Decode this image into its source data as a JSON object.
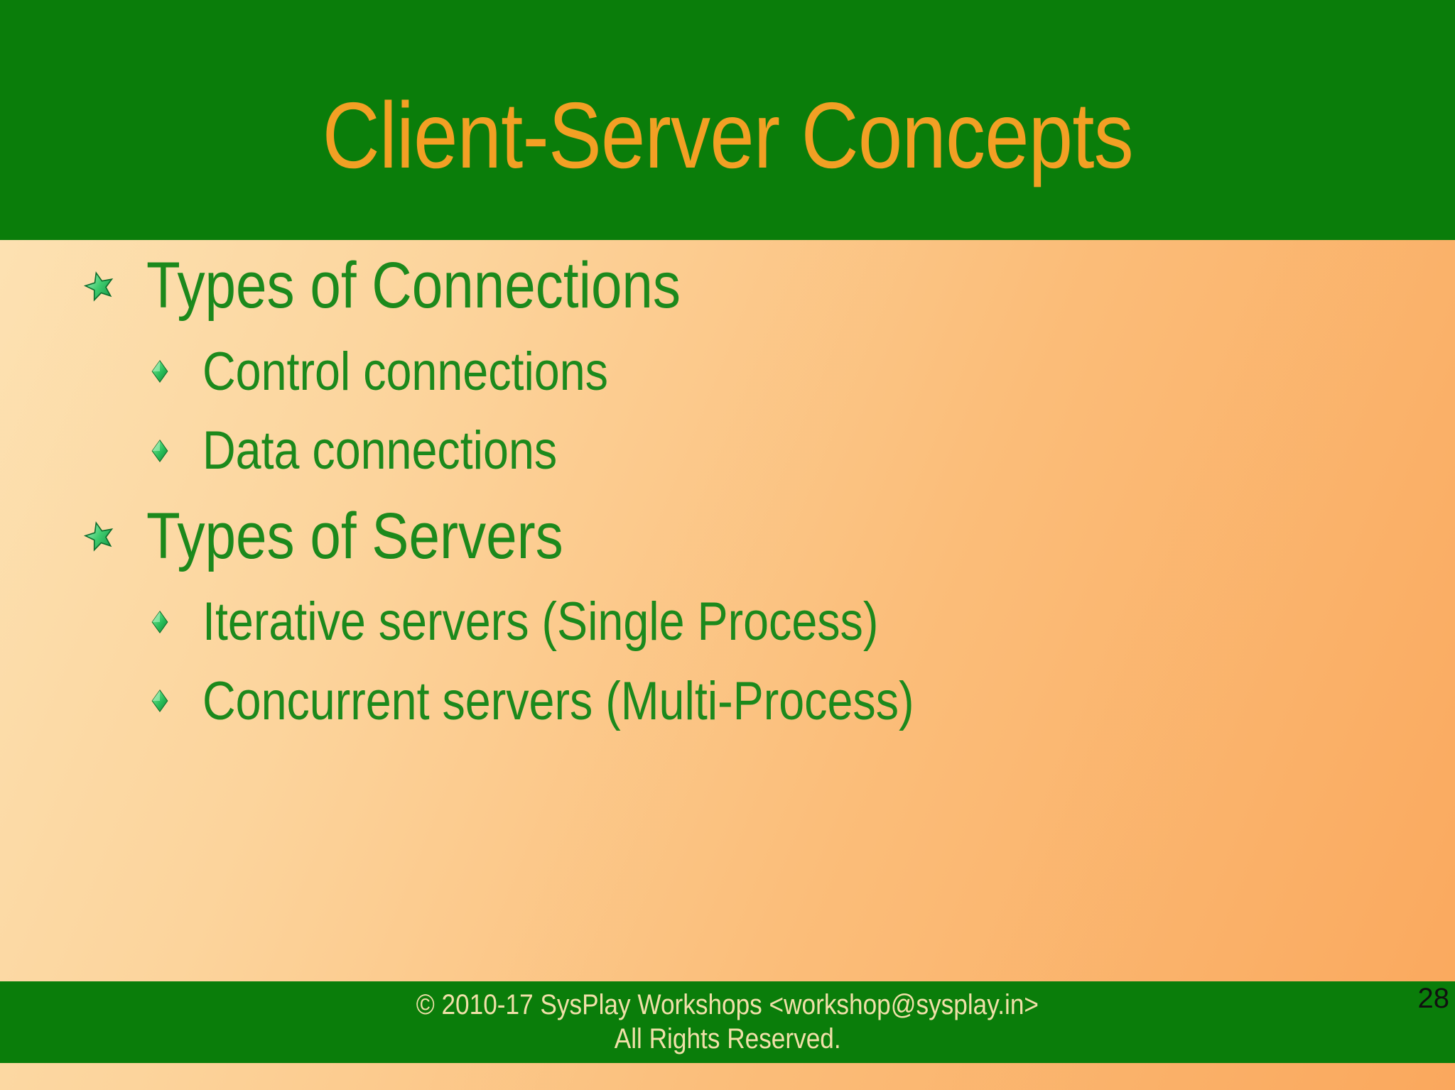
{
  "slide": {
    "title": "Client-Server Concepts",
    "bullets": [
      {
        "level": 1,
        "text": "Types of Connections"
      },
      {
        "level": 2,
        "text": "Control connections"
      },
      {
        "level": 2,
        "text": "Data connections"
      },
      {
        "level": 1,
        "text": "Types of Servers"
      },
      {
        "level": 2,
        "text": "Iterative servers (Single Process)"
      },
      {
        "level": 2,
        "text": "Concurrent servers (Multi-Process)"
      }
    ],
    "footer": {
      "line1": "© 2010-17 SysPlay Workshops <workshop@sysplay.in>",
      "line2": "All Rights Reserved."
    },
    "page_number": "28",
    "icons": {
      "level1_bullet": "star-icon",
      "level2_bullet": "diamond-icon"
    },
    "colors": {
      "band_green": "#0a7d0a",
      "title_orange": "#f2a024",
      "body_text_green": "#1c891c",
      "footer_text_cream": "#f0e0a8",
      "page_number_black": "#101010",
      "background_light": "#fde4b6",
      "background_dark": "#faa85d",
      "bullet_star_light": "#aef4c2",
      "bullet_star_dark": "#0f9040"
    }
  }
}
